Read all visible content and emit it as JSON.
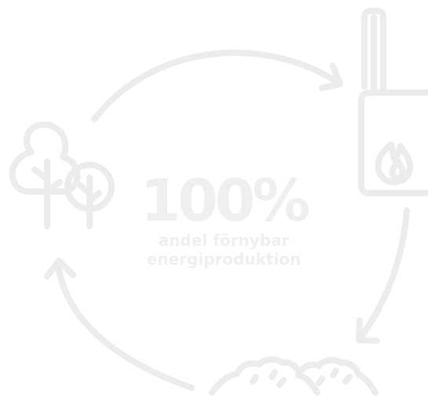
{
  "center": {
    "percent": "100%",
    "caption_line1": "andel förnybar",
    "caption_line2": "energiproduktion"
  },
  "colors": {
    "stroke": "#ececec",
    "text": "#efefef",
    "background": "#ffffff"
  },
  "icons": [
    "trees-icon",
    "boiler-icon",
    "flame-icon",
    "wood-chips-icon",
    "cycle-arrow-icon"
  ]
}
